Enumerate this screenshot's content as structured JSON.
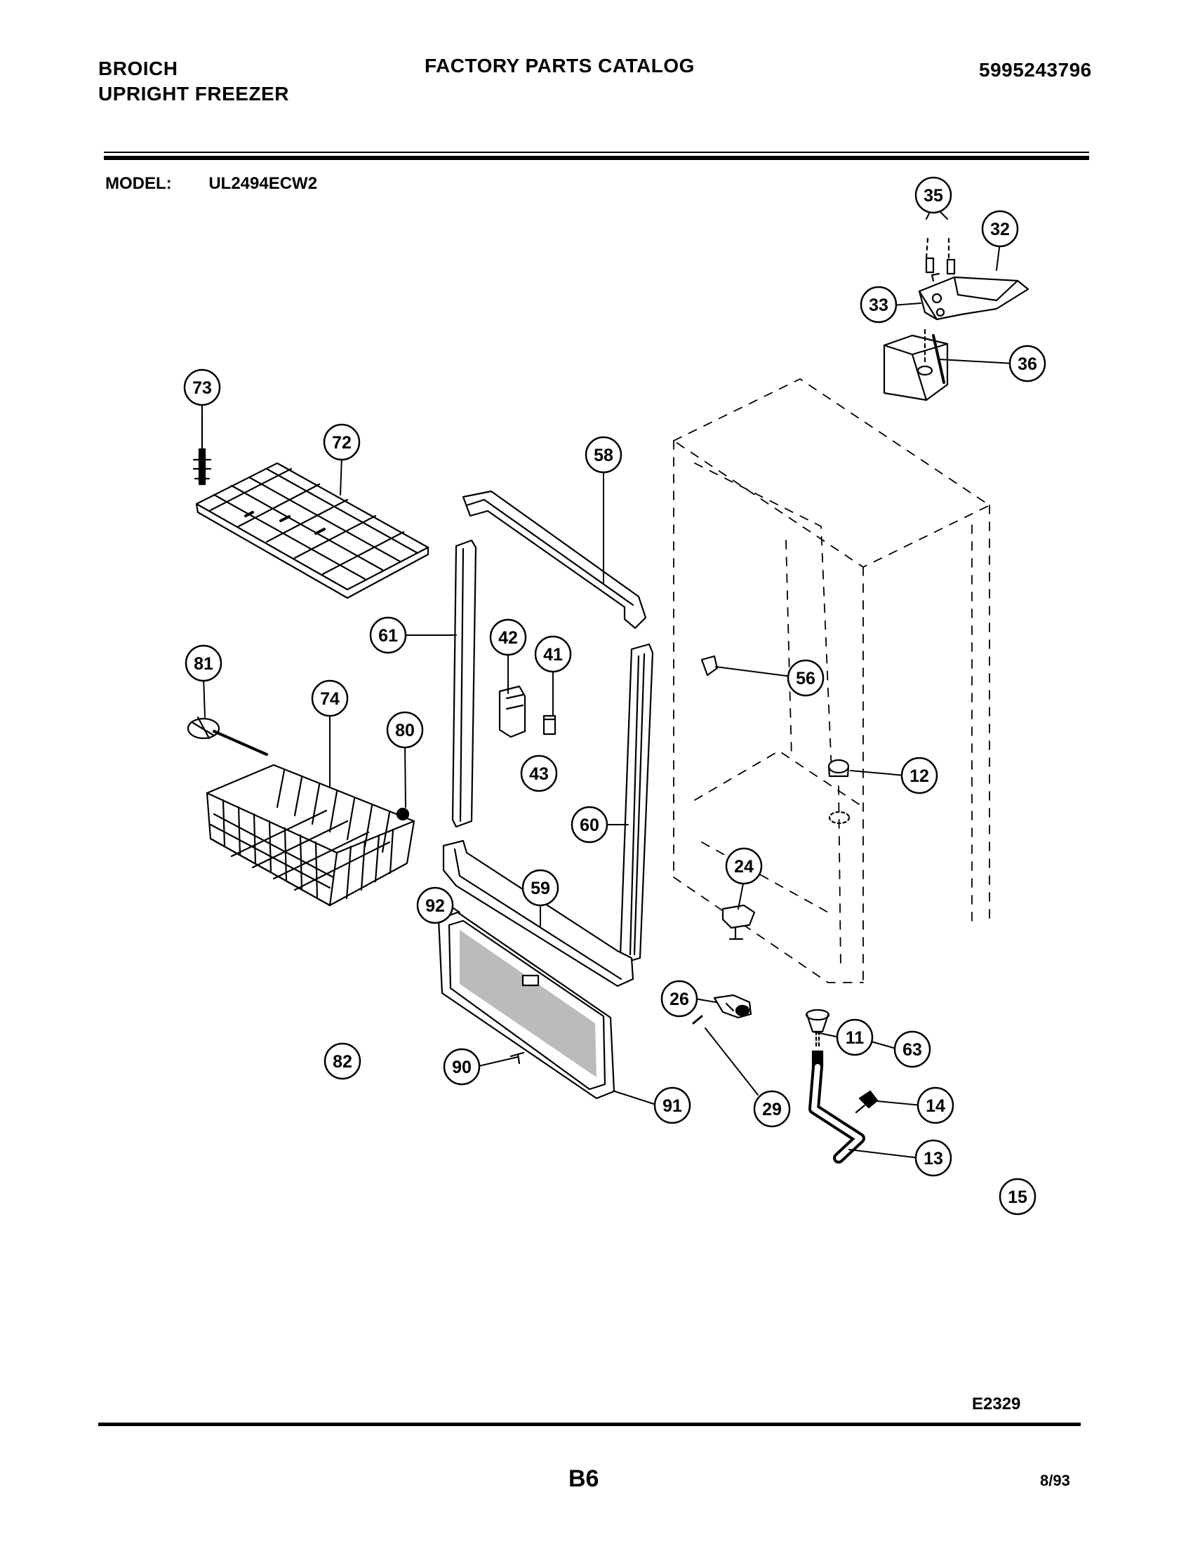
{
  "header": {
    "brand_line1": "BROICH",
    "brand_line2": "UPRIGHT FREEZER",
    "catalog_title": "FACTORY PARTS CATALOG",
    "catalog_number": "5995243796"
  },
  "model": {
    "label": "MODEL:",
    "value": "UL2494ECW2"
  },
  "callouts": [
    "35",
    "32",
    "33",
    "36",
    "73",
    "72",
    "58",
    "61",
    "42",
    "41",
    "56",
    "81",
    "74",
    "80",
    "43",
    "12",
    "60",
    "24",
    "59",
    "92",
    "26",
    "11",
    "63",
    "82",
    "90",
    "91",
    "29",
    "14",
    "13",
    "15"
  ],
  "footer": {
    "drawing_code": "E2329",
    "page_number": "B6",
    "date": "8/93"
  }
}
